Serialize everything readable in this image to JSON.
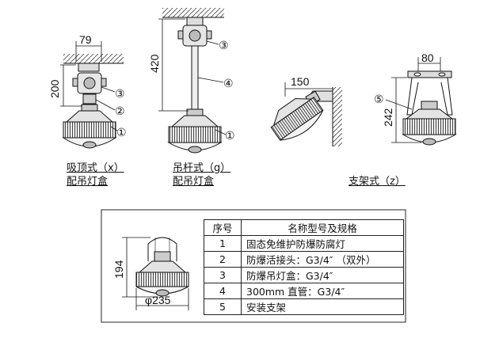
{
  "dimensions": {
    "ceiling_width": "79",
    "ceiling_height": "200",
    "pendant_height": "420",
    "bracket_length": "150",
    "bracket_plate": "80",
    "bracket_height": "242",
    "lamp_height": "194",
    "lamp_diameter": "φ235"
  },
  "callouts": {
    "c1": "①",
    "c2": "②",
    "c3": "③",
    "c3b": "③",
    "c4": "④",
    "c5": "⑤",
    "c1b": "①"
  },
  "captions": {
    "ceiling_line1": "吸顶式（x）",
    "ceiling_line2": "配吊灯盒",
    "pendant_line1": "吊杆式（g）",
    "pendant_line2": "配吊灯盒",
    "bracket": "支架式（z）"
  },
  "table": {
    "headers": [
      "序号",
      "名称型号及规格"
    ],
    "rows": [
      {
        "no": "1",
        "desc": "固态免维护防爆防腐灯"
      },
      {
        "no": "2",
        "desc": "防爆活接头：G3/4″ （双外）"
      },
      {
        "no": "3",
        "desc": "防爆吊灯盒：G3/4″"
      },
      {
        "no": "4",
        "desc": "300mm  直管：G3/4″"
      },
      {
        "no": "5",
        "desc": "安装支架"
      }
    ]
  }
}
